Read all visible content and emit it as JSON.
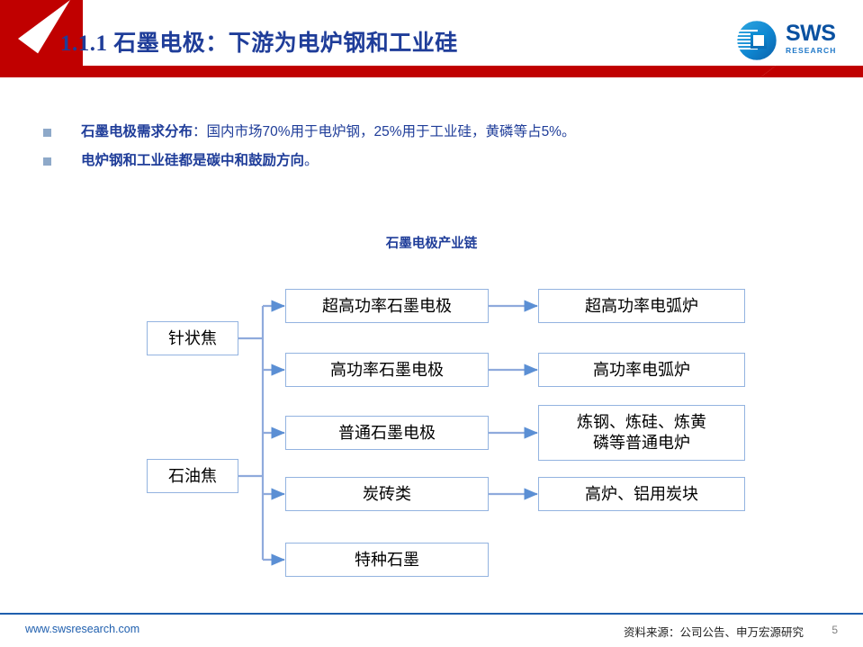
{
  "header": {
    "title": "1.1.1 石墨电极：下游为电炉钢和工业硅",
    "logo": {
      "mark_name": "sws-logo-mark",
      "primary": "SWS",
      "secondary": "RESEARCH"
    },
    "colors": {
      "banner_red": "#c00000",
      "title_blue": "#1f3d99",
      "logo_blue": "#0a51a1"
    }
  },
  "bullets": [
    {
      "bold": "石墨电极需求分布",
      "rest": "：国内市场70%用于电炉钢，25%用于工业硅，黄磷等占5%。"
    },
    {
      "bold": "电炉钢和工业硅都是碳中和鼓励方向",
      "rest": "。"
    }
  ],
  "diagram": {
    "title": "石墨电极产业链",
    "nodes": {
      "raw": [
        {
          "label": "针状焦"
        },
        {
          "label": "石油焦"
        }
      ],
      "products": [
        {
          "label": "超高功率石墨电极"
        },
        {
          "label": "高功率石墨电极"
        },
        {
          "label": "普通石墨电极"
        },
        {
          "label": "炭砖类"
        },
        {
          "label": "特种石墨"
        }
      ],
      "applications": [
        {
          "label": "超高功率电弧炉"
        },
        {
          "label": "高功率电弧炉"
        },
        {
          "label": "炼钢、炼硅、炼黄\n磷等普通电炉"
        },
        {
          "label": "高炉、铝用炭块"
        }
      ]
    },
    "colors": {
      "box_border": "#93b3e0",
      "connector": "#8faadc"
    }
  },
  "footer": {
    "url": "www.swsresearch.com",
    "source": "资料来源：公司公告、申万宏源研究",
    "page": "5"
  }
}
